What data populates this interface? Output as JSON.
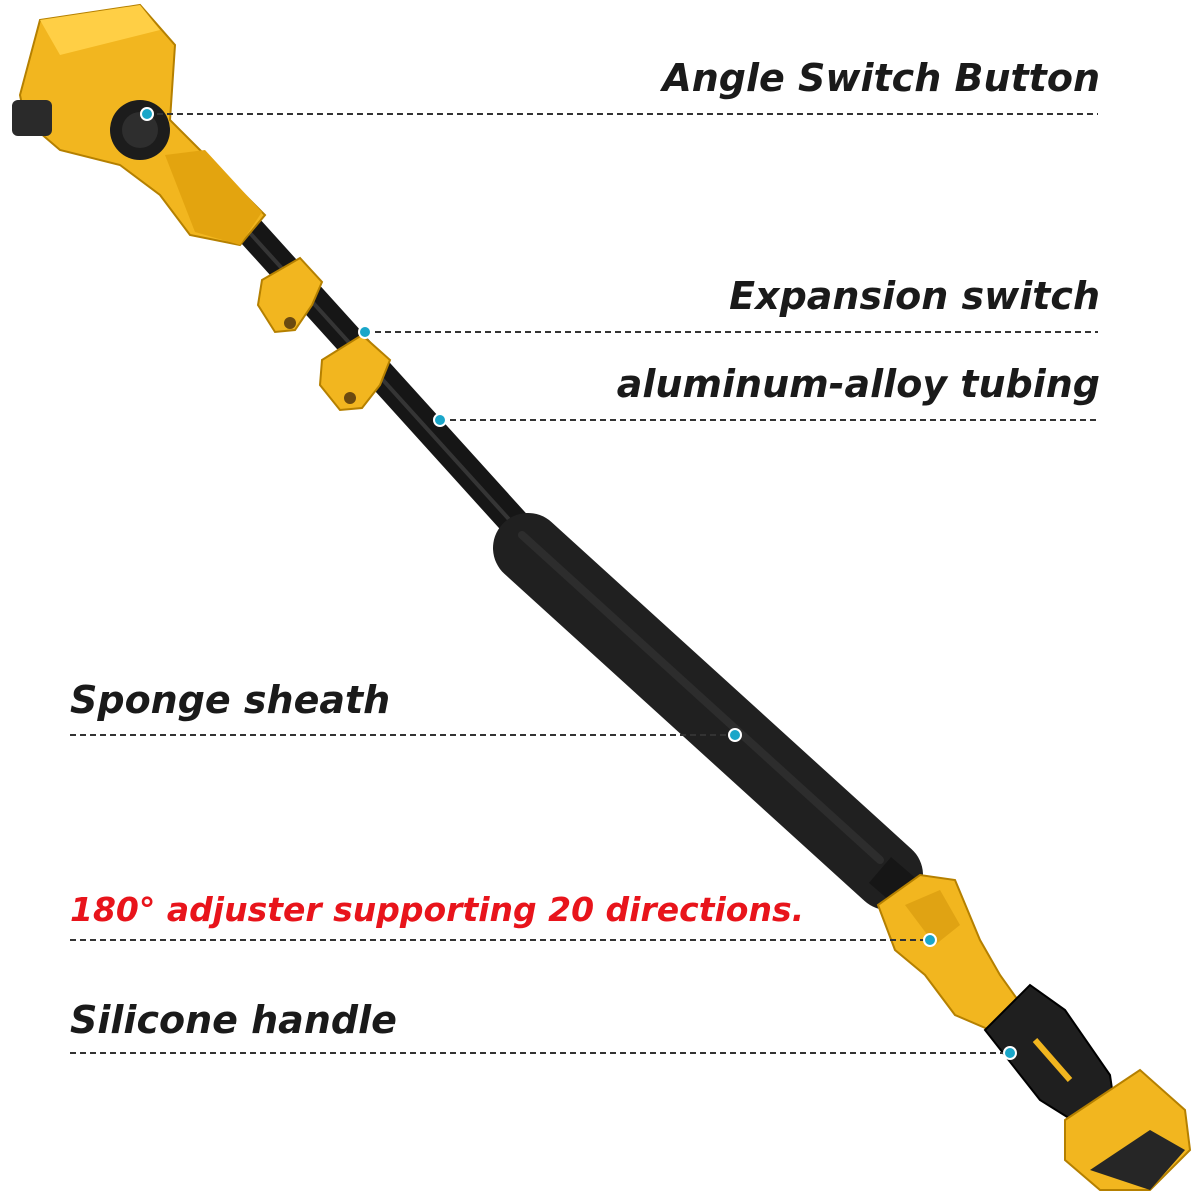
{
  "colors": {
    "body_yellow": "#f2b61f",
    "body_yellow_dark": "#c98d00",
    "pole_black": "#1b1b1b",
    "sponge_black": "#222222",
    "marker_cyan": "#1aa6c9",
    "label_text": "#1a1a1a",
    "highlight_red": "#e8141b",
    "leader_line": "#333333"
  },
  "callouts": [
    {
      "id": "angle-switch-button",
      "text": "Angle Switch Button",
      "color": "#1a1a1a"
    },
    {
      "id": "expansion-switch",
      "text": "Expansion switch",
      "color": "#1a1a1a"
    },
    {
      "id": "aluminum-alloy-tubing",
      "text": "aluminum-alloy tubing",
      "color": "#1a1a1a"
    },
    {
      "id": "sponge-sheath",
      "text": "Sponge sheath",
      "color": "#1a1a1a"
    },
    {
      "id": "adjuster",
      "text": "180° adjuster supporting 20 directions.",
      "color": "#e8141b"
    },
    {
      "id": "silicone-handle",
      "text": "Silicone handle",
      "color": "#1a1a1a"
    }
  ]
}
